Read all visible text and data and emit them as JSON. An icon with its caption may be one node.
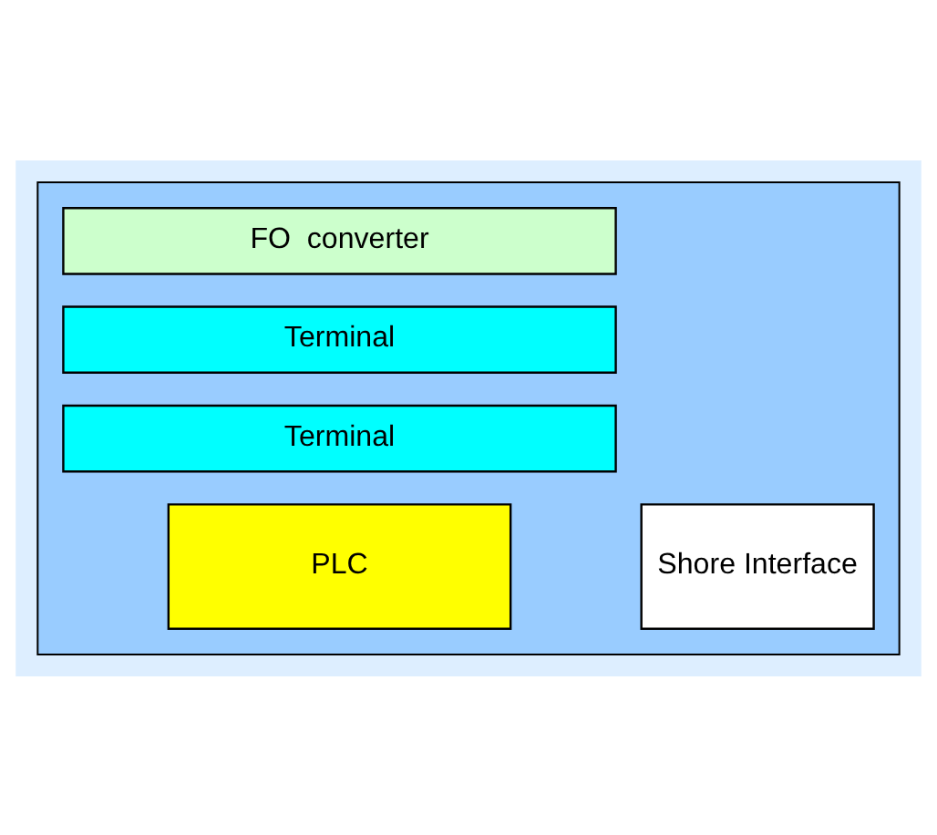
{
  "diagram": {
    "nodes": [
      {
        "text": [],
        "shape": "box"
      },
      {
        "text": [
          "FO  converter"
        ],
        "in": 0
      },
      {
        "text": [
          "Terminal"
        ],
        "in": 0
      },
      {
        "text": [
          "Terminal"
        ],
        "in": 0
      },
      {
        "text": [
          "PLC"
        ],
        "in": 0
      },
      {
        "text": [
          "Shore Interface"
        ],
        "in": 0
      }
    ],
    "edges": []
  }
}
